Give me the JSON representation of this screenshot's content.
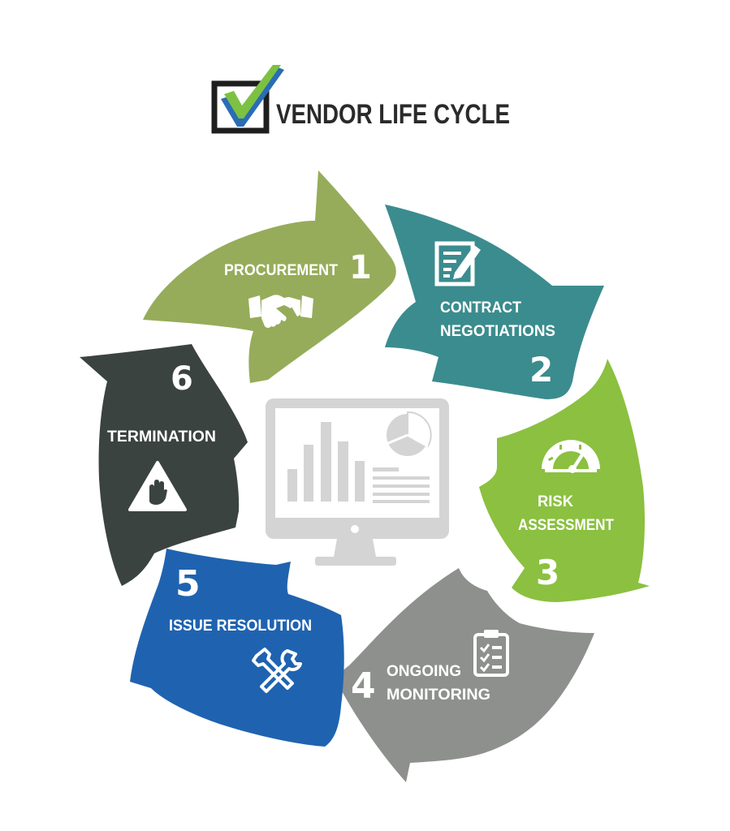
{
  "title": "VENDOR LIFE CYCLE",
  "colors": {
    "procurement": "#96ac5a",
    "contract": "#3b8c8e",
    "risk": "#8bc040",
    "monitoring": "#8e908d",
    "resolution": "#1f63b0",
    "termination": "#3b4341",
    "monitor_gray": "#d4d4d4",
    "logo_box": "#1e1e1e",
    "logo_check_green": "#7dc142",
    "logo_check_blue": "#2a6db5",
    "title_text": "#2a2a2a"
  },
  "stages": [
    {
      "number": "1",
      "label": "PROCUREMENT",
      "icon": "handshake-icon"
    },
    {
      "number": "2",
      "label_line1": "CONTRACT",
      "label_line2": "NEGOTIATIONS",
      "icon": "contract-edit-icon"
    },
    {
      "number": "3",
      "label_line1": "RISK",
      "label_line2": "ASSESSMENT",
      "icon": "gauge-icon"
    },
    {
      "number": "4",
      "label_line1": "ONGOING",
      "label_line2": "MONITORING",
      "icon": "clipboard-checklist-icon"
    },
    {
      "number": "5",
      "label": "ISSUE RESOLUTION",
      "icon": "tools-icon"
    },
    {
      "number": "6",
      "label": "TERMINATION",
      "icon": "stop-hand-warning-icon"
    }
  ],
  "center_icon": "monitor-dashboard-icon"
}
